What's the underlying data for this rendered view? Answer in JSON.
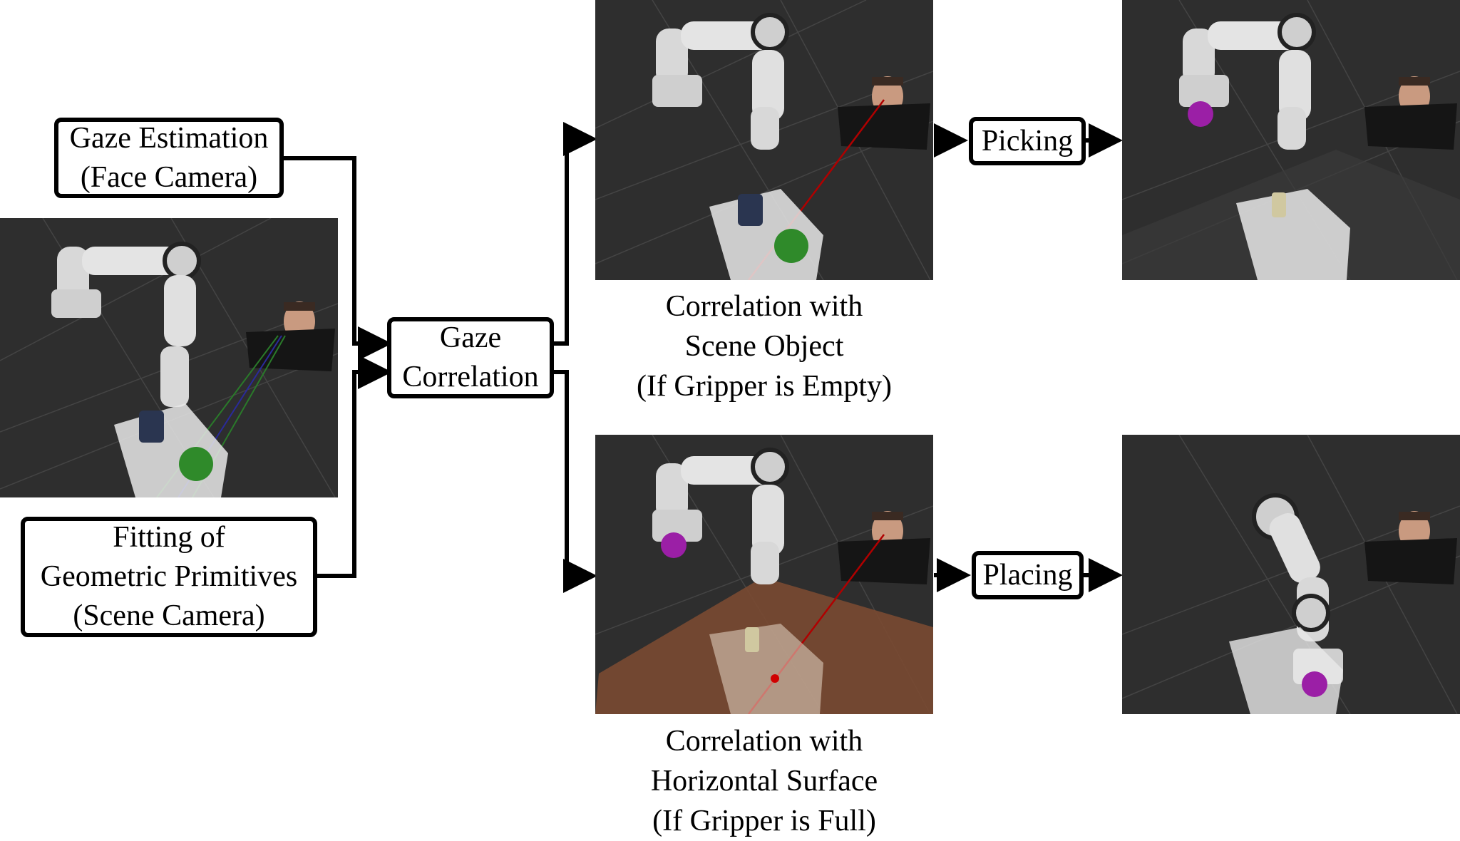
{
  "boxes": {
    "gaze_estimation": [
      "Gaze Estimation",
      "(Face Camera)"
    ],
    "fitting": [
      "Fitting of",
      "Geometric Primitives",
      "(Scene Camera)"
    ],
    "gaze_correlation": [
      "Gaze",
      "Correlation"
    ],
    "picking": [
      "Picking"
    ],
    "placing": [
      "Placing"
    ]
  },
  "captions": {
    "scene_object": [
      "Correlation with",
      "Scene Object",
      "(If Gripper is Empty)"
    ],
    "horizontal_surface": [
      "Correlation with",
      "Horizontal Surface",
      "(If Gripper is Full)"
    ]
  },
  "colors": {
    "panel_background": "#2e2e2e",
    "grid_lines": "#4a4a4a",
    "gaze_ray": "#b00000",
    "sphere_green": "#2f8a2a",
    "sphere_magenta": "#9b1fa6",
    "surface_plane": "#7a4a32"
  }
}
